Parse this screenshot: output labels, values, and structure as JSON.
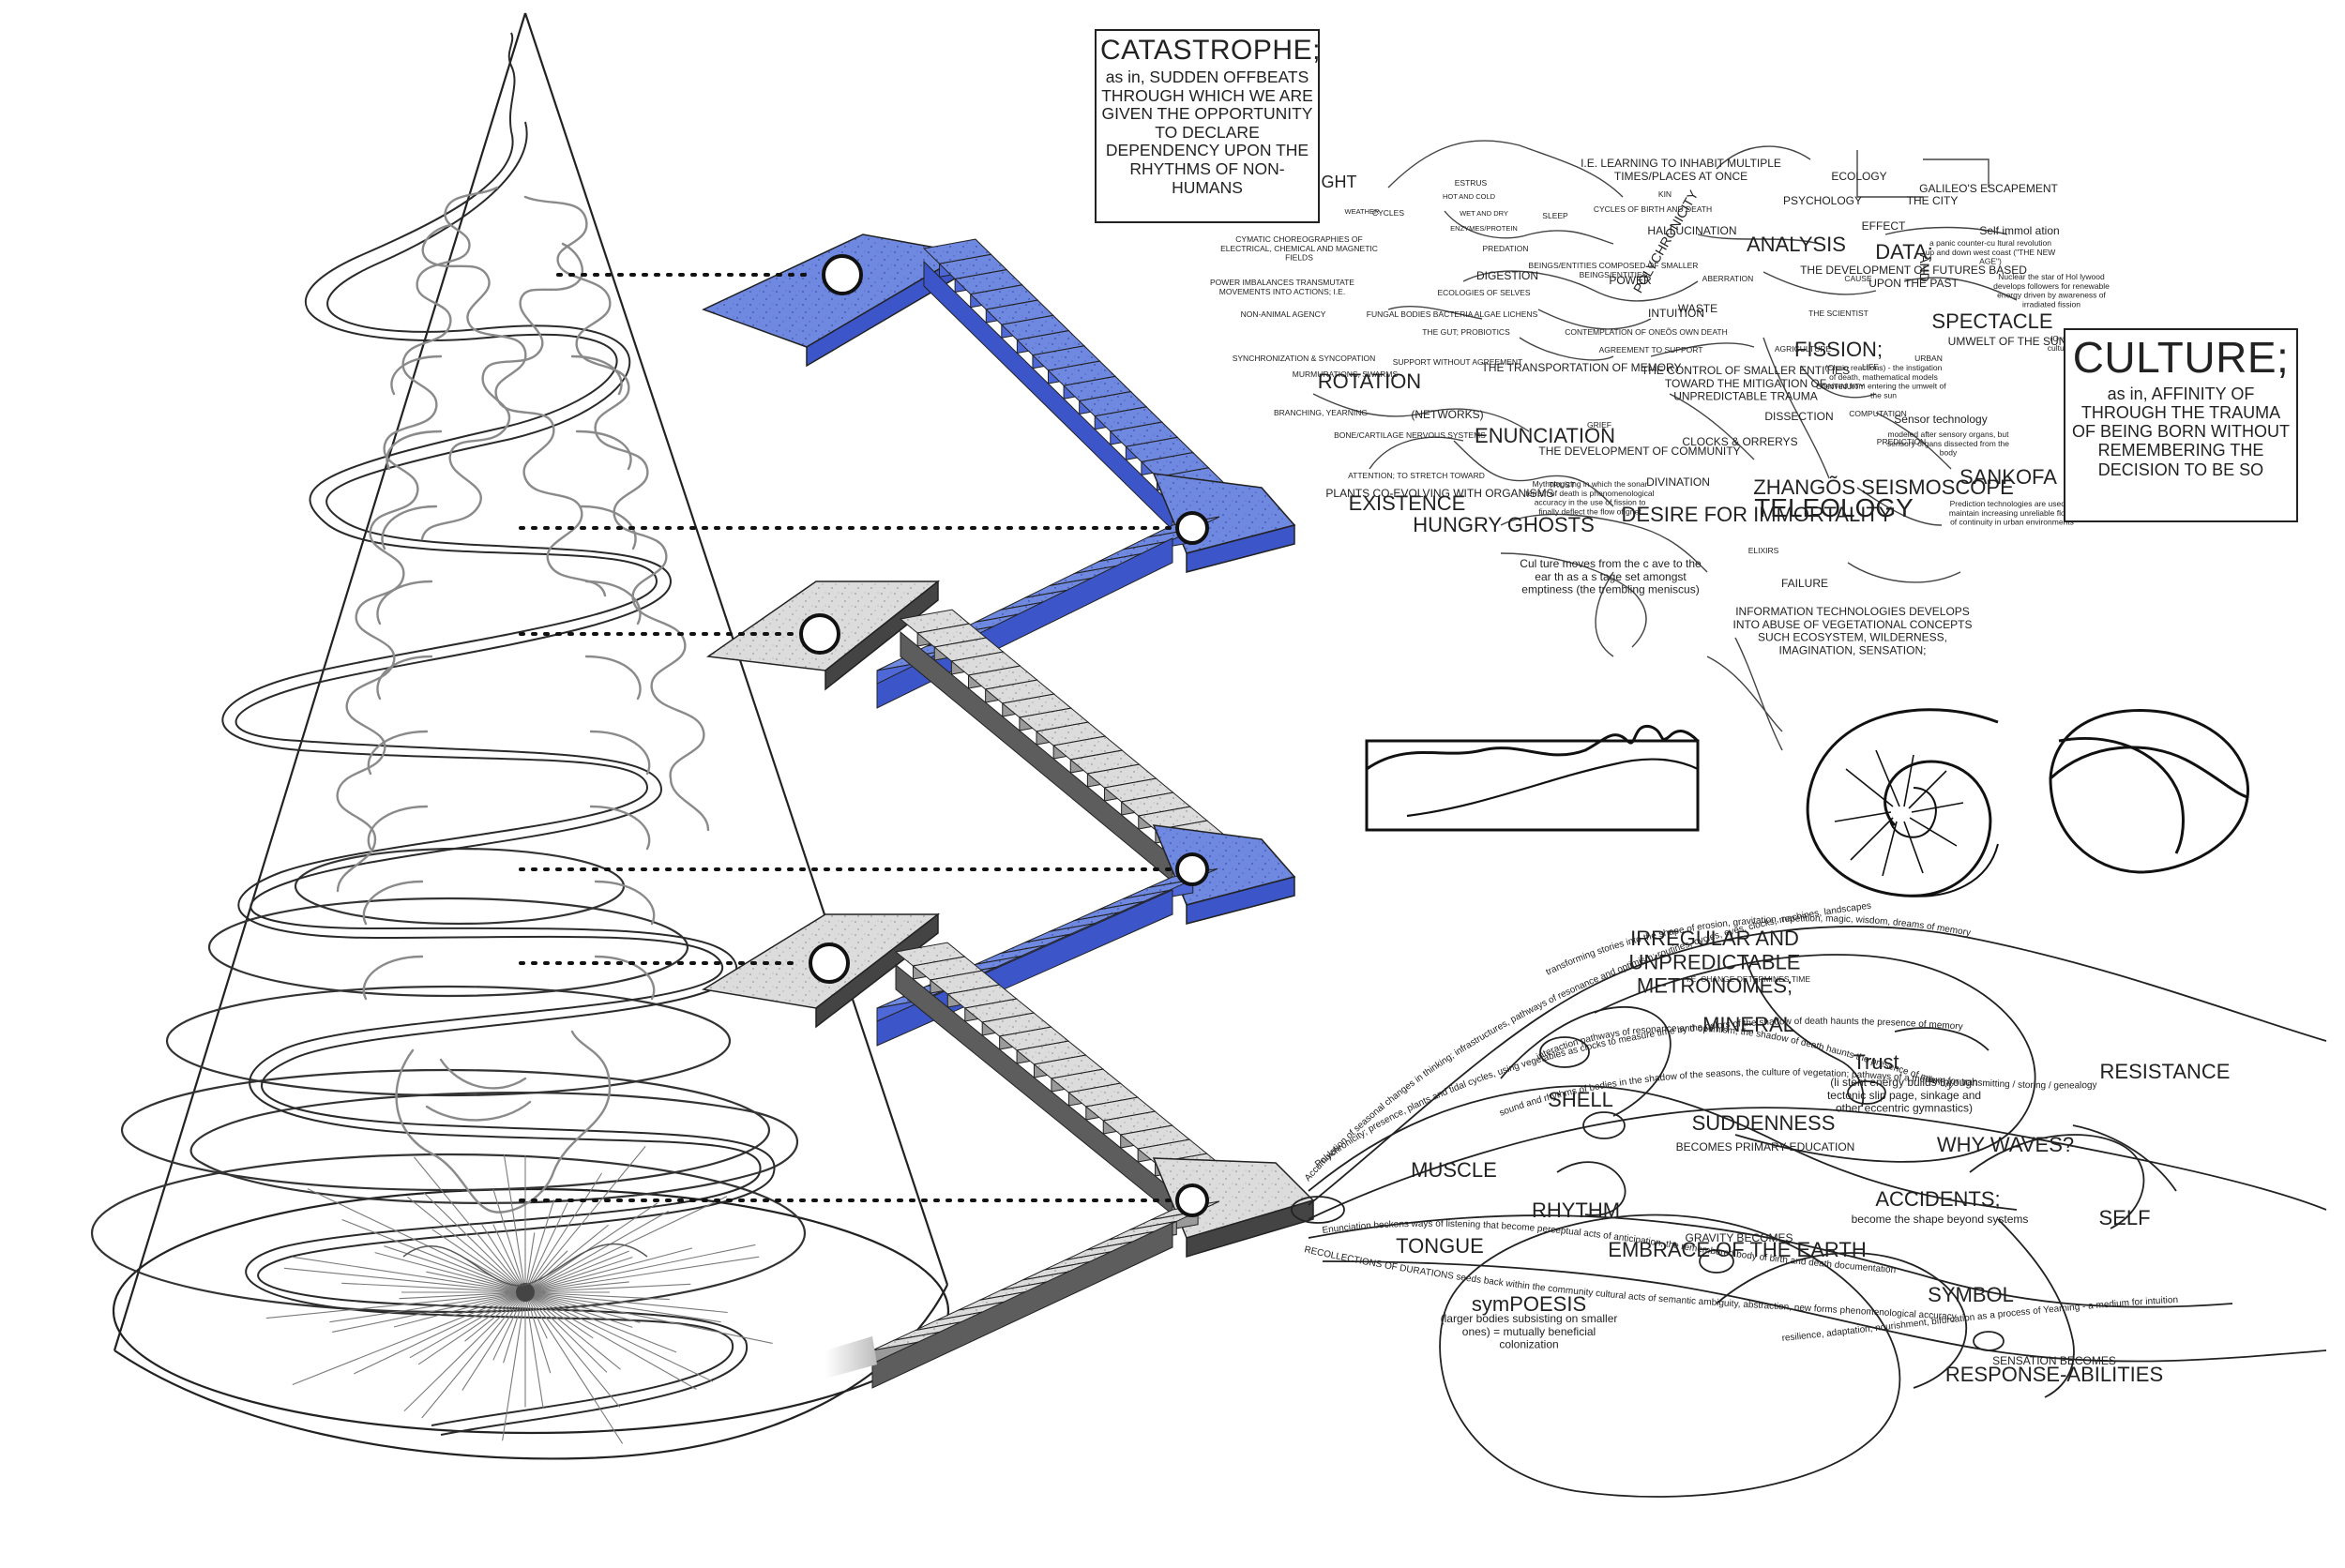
{
  "callouts": {
    "catastrophe": {
      "title": "CATASTROPHE;",
      "body": "as in, SUDDEN OFFBEATS THROUGH WHICH WE ARE GIVEN THE OPPORTUNITY TO DECLARE DEPENDENCY UPON THE RHYTHMS OF NON-HUMANS"
    },
    "culture": {
      "title": "CULTURE;",
      "body": "as in, AFFINITY OF THROUGH THE TRAUMA OF BEING BORN WITHOUT REMEMBERING THE DECISION TO BE SO"
    }
  },
  "upper_map": {
    "labels": [
      {
        "text": "LIGHT",
        "size": "large"
      },
      {
        "text": "WEATHER",
        "size": "tiny"
      },
      {
        "text": "CYCLES",
        "size": "medium"
      },
      {
        "text": "ESTRUS",
        "size": "medium",
        "tone": "grey"
      },
      {
        "text": "HOT AND COLD",
        "size": "tiny"
      },
      {
        "text": "WET AND DRY",
        "size": "tiny"
      },
      {
        "text": "ENZYMES/PROTEIN",
        "size": "tiny"
      },
      {
        "text": "SLEEP",
        "size": "medium"
      },
      {
        "text": "KIN",
        "size": "tiny"
      },
      {
        "text": "CYCLES OF BIRTH AND DEATH",
        "size": "tiny"
      },
      {
        "text": "POLYCHRONICITY",
        "size": "medium"
      },
      {
        "text": "I.E. LEARNING TO INHABIT MULTIPLE TIMES/PLACES AT ONCE",
        "size": "small"
      },
      {
        "text": "ECOLOGY",
        "size": "small"
      },
      {
        "text": "PSYCHOLOGY",
        "size": "small"
      },
      {
        "text": "THE CITY",
        "size": "small"
      },
      {
        "text": "GALILEO'S ESCAPEMENT",
        "size": "medium"
      },
      {
        "text": "EFFECT",
        "size": "small"
      },
      {
        "text": "HALLUCINATION",
        "size": "medium"
      },
      {
        "text": "ANALYSIS",
        "size": "large",
        "tone": "grey"
      },
      {
        "text": "DATA;",
        "size": "large",
        "tone": "grey"
      },
      {
        "text": "THE DEVELOPMENT OF FUTURES BASED UPON THE PAST",
        "size": "small"
      },
      {
        "text": "Self immol ation",
        "size": "tiny"
      },
      {
        "text": "a panic counter-cu ltural revolution up and down west coast (\"THE NEW AGE\")",
        "size": "tiny"
      },
      {
        "text": "CYMATIC CHOREOGRAPHIES OF ELECTRICAL, CHEMICAL AND MAGNETIC FIELDS",
        "size": "tiny"
      },
      {
        "text": "PREDATION",
        "size": "medium"
      },
      {
        "text": "POWER IMBALANCES TRANSMUTATE MOVEMENTS INTO ACTIONS; I.E.",
        "size": "tiny"
      },
      {
        "text": "NON-ANIMAL AGENCY",
        "size": "medium"
      },
      {
        "text": "DIGESTION",
        "size": "small"
      },
      {
        "text": "ECOLOGIES OF SELVES",
        "size": "tiny"
      },
      {
        "text": "BEINGS/ENTITIES COMPOSED OF SMALLER BEINGS/ENTITIES",
        "size": "small"
      },
      {
        "text": "POWER",
        "size": "small"
      },
      {
        "text": "ABERRATION",
        "size": "medium"
      },
      {
        "text": "CAUSE",
        "size": "medium"
      },
      {
        "text": "AND",
        "size": "small"
      },
      {
        "text": "INTUITION",
        "size": "small"
      },
      {
        "text": "WASTE",
        "size": "medium"
      },
      {
        "text": "THE SCIENTIST",
        "size": "tiny"
      },
      {
        "text": "SPECTACLE",
        "size": "large",
        "tone": "grey"
      },
      {
        "text": "UMWELT OF THE SUN",
        "size": "small"
      },
      {
        "text": "Nuclear the star of Hol lywood develops followers for renewable energy driven by awareness of irradiated fission",
        "size": "tiny"
      },
      {
        "text": "FUNGAL BODIES BACTERIA ALGAE LICHENS",
        "size": "tiny",
        "tone": "grey"
      },
      {
        "text": "THE GUT; PROBIOTICS",
        "size": "tiny"
      },
      {
        "text": "CONTEMPLATION OF ONEÕS OWN DEATH",
        "size": "tiny"
      },
      {
        "text": "SYNCHRONIZATION & SYNCOPATION",
        "size": "tiny"
      },
      {
        "text": "AGRICULTURE",
        "size": "tiny"
      },
      {
        "text": "FISSION;",
        "size": "large",
        "tone": "grey"
      },
      {
        "text": "URBAN",
        "size": "tiny"
      },
      {
        "text": "LIFE",
        "size": "tiny"
      },
      {
        "text": "(Chain reactions) - the instigation of death, mathematical models derived from entering the umwelt of the sun",
        "size": "tiny"
      },
      {
        "text": "(Oraternal as political weapon; culture leaps to another scale of control )",
        "size": "tiny"
      },
      {
        "text": "UTOPIA",
        "size": "tiny"
      },
      {
        "text": "MURMURATIONS, SWARMS",
        "size": "tiny"
      },
      {
        "text": "SUPPORT WITHOUT AGREEMENT",
        "size": "tiny"
      },
      {
        "text": "AGREEMENT TO SUPPORT",
        "size": "tiny"
      },
      {
        "text": "ROTATION",
        "size": "large",
        "tone": "grey"
      },
      {
        "text": "BRANCHING, YEARNING",
        "size": "tiny"
      },
      {
        "text": "(NETWORKS)",
        "size": "medium"
      },
      {
        "text": "THE TRANSPORTATION OF MEMORY",
        "size": "medium"
      },
      {
        "text": "THE CONTROL OF SMALLER ENTITIES TOWARD THE MITIGATION OF UNPREDICTABLE TRAUMA",
        "size": "small"
      },
      {
        "text": "CONTINUITY",
        "size": "tiny"
      },
      {
        "text": "DISSECTION",
        "size": "small"
      },
      {
        "text": "COMPUTATION",
        "size": "tiny"
      },
      {
        "text": "Sensor technology",
        "size": "medium"
      },
      {
        "text": "modeled after sensory organs, but sensory organs dissected from the body",
        "size": "tiny"
      },
      {
        "text": "PREDICTION",
        "size": "tiny"
      },
      {
        "text": "BONE/CARTILAGE NERVOUS SYSTEMS",
        "size": "tiny"
      },
      {
        "text": "ENUNCIATION",
        "size": "large"
      },
      {
        "text": "GRIEF",
        "size": "tiny"
      },
      {
        "text": "CLOCKS & ORRERYS",
        "size": "medium"
      },
      {
        "text": "ZHANGÕS SEISMOSCOPE",
        "size": "large"
      },
      {
        "text": "SANKOFA",
        "size": "large"
      },
      {
        "text": "THE DEVELOPMENT OF COMMUNITY",
        "size": "small"
      },
      {
        "text": "ATTENTION; TO STRETCH TOWARD",
        "size": "tiny"
      },
      {
        "text": "PLANTS CO-EVOLVING WITH ORGANISMS",
        "size": "medium"
      },
      {
        "text": "TRUST",
        "size": "tiny"
      },
      {
        "text": "Mythologizing in which the sonar terrain of death is phenomenological accuracy in the use of fission to finally deflect the flow of grief",
        "size": "tiny"
      },
      {
        "text": "DIVINATION",
        "size": "medium"
      },
      {
        "text": "TELEOLOGY",
        "size": "large",
        "tone": "grey"
      },
      {
        "text": "Prediction technologies are used to maintain increasing unreliable flows of continuity in urban environments",
        "size": "tiny"
      },
      {
        "text": "EXISTENCE",
        "size": "large"
      },
      {
        "text": "HUNGRY GHOSTS",
        "size": "large"
      },
      {
        "text": "DESIRE FOR IMMORTALITY",
        "size": "large",
        "tone": "grey"
      },
      {
        "text": "ELIXIRS",
        "size": "tiny"
      },
      {
        "text": "FAILURE",
        "size": "medium"
      },
      {
        "text": "Cul ture moves from the c ave to the ear th as a s tage set amongst emptiness (the trembling meniscus)",
        "size": "medium"
      },
      {
        "text": "INFORMATION TECHNOLOGIES DEVELOPS INTO ABUSE OF VEGETATIONAL CONCEPTS SUCH ECOSYSTEM, WILDERNESS, IMAGINATION, SENSATION;",
        "size": "small"
      }
    ]
  },
  "lower_map": {
    "labels": [
      {
        "text": "IRREGULAR AND UNPREDICTABLE METRONOMES;",
        "size": "large"
      },
      {
        "text": "I.E. CHANGE DETERMINES TIME",
        "size": "tiny"
      },
      {
        "text": "MINERAL",
        "size": "large"
      },
      {
        "text": "Trust",
        "size": "large",
        "tone": "grey"
      },
      {
        "text": "(li stent energy builds through tectonic slip page, sinkage and other eccentric gymnastics)",
        "size": "small"
      },
      {
        "text": "RESISTANCE",
        "size": "large"
      },
      {
        "text": "SHELL",
        "size": "large"
      },
      {
        "text": "SUDDENNESS",
        "size": "large",
        "tone": "grey"
      },
      {
        "text": "BECOMES PRIMARY EDUCATION",
        "size": "small"
      },
      {
        "text": "WHY WAVES?",
        "size": "large"
      },
      {
        "text": "MUSCLE",
        "size": "large"
      },
      {
        "text": "RHYTHM",
        "size": "large"
      },
      {
        "text": "ACCIDENTS;",
        "size": "large",
        "tone": "grey"
      },
      {
        "text": "become the shape beyond systems",
        "size": "medium"
      },
      {
        "text": "SELF",
        "size": "large"
      },
      {
        "text": "TONGUE",
        "size": "large"
      },
      {
        "text": "GRAVITY BECOMES",
        "size": "small"
      },
      {
        "text": "EMBRACE OF THE EARTH",
        "size": "large",
        "tone": "grey"
      },
      {
        "text": "SYMBOL",
        "size": "large"
      },
      {
        "text": "symPOESIS",
        "size": "large",
        "tone": "grey"
      },
      {
        "text": "(larger bodies subsisting on smaller ones) = mutually beneficial colonization",
        "size": "small"
      },
      {
        "text": "SENSATION BECOMES",
        "size": "small"
      },
      {
        "text": "RESPONSE-ABILITIES",
        "size": "large",
        "tone": "grey"
      }
    ],
    "flowing_phrases": [
      "Polychronicity; presence, plants and tidal cycles, using vegetables as clocks to measure time by the colors of the shadow of death haunts the presence of memory",
      "Enunciation beckons ways of listening that become perceptual acts of anticipation, the remembered body of birth and death documentation",
      "RECOLLECTIONS OF DURATIONS seeds back within the community cultural acts of semantic ambiguity, abstraction, new forms phenomenological accuracy",
      "Accumulation of seasonal changes in thinking; infrastructures, pathways of resonance and optimism; routines, cycles, eyes, clocks, machines, landscapes",
      "sound and rhythms of bodies in the shadow of the seasons, the culture of vegetation; pathways of a medium for transmitting / storing / genealogy",
      "transforming stories into the shape of erosion, gravitation, repetition, magic, wisdom, dreams of memory",
      "interaction pathways of resonance and optimism, the shadow of death haunts the presence of memory",
      "resilience, adaptation, nourishment, bifurcation as a process of Yearning - a medium for intuition"
    ]
  }
}
